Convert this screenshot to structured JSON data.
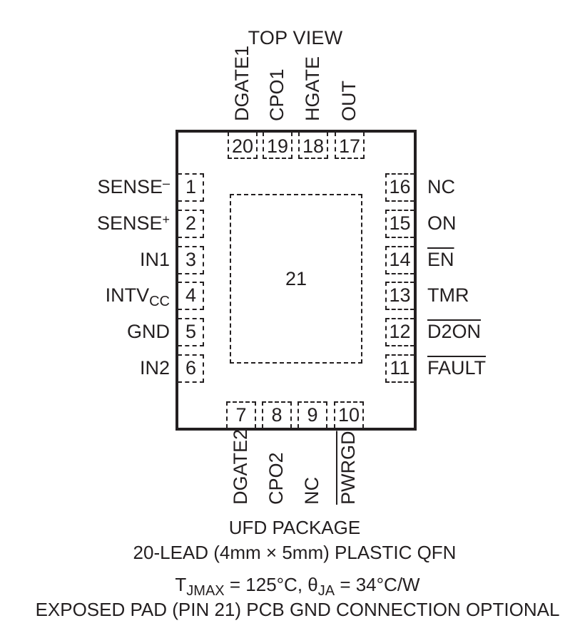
{
  "view_label": "TOP VIEW",
  "exposed_pad_number": "21",
  "top_pins": [
    {
      "num": "20",
      "name": "DGATE1"
    },
    {
      "num": "19",
      "name": "CPO1"
    },
    {
      "num": "18",
      "name": "HGATE"
    },
    {
      "num": "17",
      "name": "OUT"
    }
  ],
  "bottom_pins": [
    {
      "num": "7",
      "name": "DGATE2"
    },
    {
      "num": "8",
      "name": "CPO2"
    },
    {
      "num": "9",
      "name": "NC"
    },
    {
      "num": "10",
      "name": "PWRGD",
      "overline": true
    }
  ],
  "left_pins": [
    {
      "num": "1",
      "name": "SENSE",
      "sup": "–"
    },
    {
      "num": "2",
      "name": "SENSE",
      "sup": "+"
    },
    {
      "num": "3",
      "name": "IN1"
    },
    {
      "num": "4",
      "name": "INTV",
      "sub": "CC"
    },
    {
      "num": "5",
      "name": "GND"
    },
    {
      "num": "6",
      "name": "IN2"
    }
  ],
  "right_pins": [
    {
      "num": "16",
      "name": "NC"
    },
    {
      "num": "15",
      "name": "ON"
    },
    {
      "num": "14",
      "name": "EN",
      "overline": true
    },
    {
      "num": "13",
      "name": "TMR"
    },
    {
      "num": "12",
      "name": "D2ON",
      "overline": true
    },
    {
      "num": "11",
      "name": "FAULT",
      "overline": true
    }
  ],
  "package_name": "UFD PACKAGE",
  "package_desc": "20-LEAD (4mm × 5mm) PLASTIC QFN",
  "thermal": {
    "t_symbol": "T",
    "t_sub": "JMAX",
    "t_value": " = 125°C, ",
    "theta_symbol": "θ",
    "theta_sub": "JA",
    "theta_value": " = 34°C/W"
  },
  "exposed_pad_note": "EXPOSED PAD (PIN 21) PCB GND CONNECTION OPTIONAL"
}
